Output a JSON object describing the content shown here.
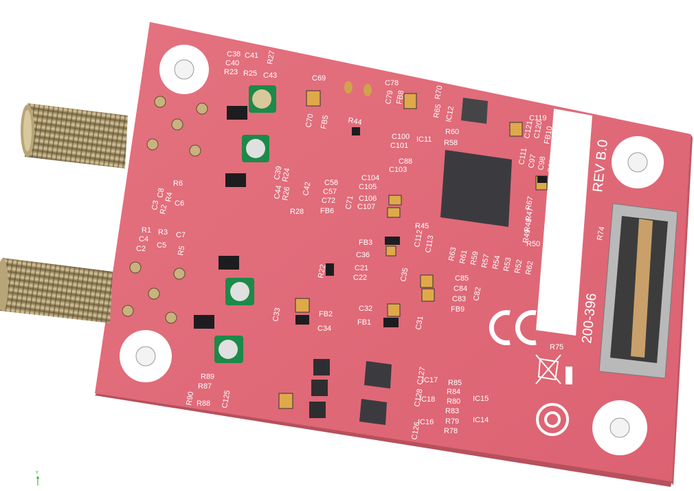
{
  "board": {
    "part_number": "200-396",
    "revision": "REV B.0"
  },
  "labels": {
    "c38": "C38",
    "c41": "C41",
    "c40": "C40",
    "r27": "R27",
    "r23": "R23",
    "r25": "R25",
    "c43": "C43",
    "c69": "C69",
    "c70": "C70",
    "fb5": "FB5",
    "c78": "C78",
    "c79": "C79",
    "fb8": "FB8",
    "r70": "R70",
    "r65": "R65",
    "ic12": "IC12",
    "r44": "R44",
    "c119": "C119",
    "c121": "C121",
    "c120": "C120",
    "fb10": "FB10",
    "r60": "R60",
    "c100": "C100",
    "ic11": "IC11",
    "r58": "R58",
    "c101": "C101",
    "c88": "C88",
    "c103": "C103",
    "c111": "C111",
    "c97": "C97",
    "c98": "C98",
    "c99": "C99",
    "c44": "C44",
    "c39": "C39",
    "r26": "R26",
    "r24": "R24",
    "c42": "C42",
    "c58": "C58",
    "c57": "C57",
    "c72": "C72",
    "c71": "C71",
    "fb6": "FB6",
    "r28": "R28",
    "c104": "C104",
    "c105": "C105",
    "c106": "C106",
    "c107": "C107",
    "r6": "R6",
    "c3": "C3",
    "c8": "C8",
    "r2": "R2",
    "r4": "R4",
    "c6": "C6",
    "r1": "R1",
    "r3": "R3",
    "c7": "C7",
    "c4": "C4",
    "c2": "C2",
    "c5": "C5",
    "r5": "R5",
    "r67": "R67",
    "r47": "R47",
    "r48": "R48",
    "r49": "R49",
    "r50": "R50",
    "r74": "R74",
    "r45": "R45",
    "c112": "C112",
    "c113": "C113",
    "r63": "R63",
    "r61": "R61",
    "r59": "R59",
    "r57": "R57",
    "r54": "R54",
    "r53": "R53",
    "r52": "R52",
    "r62": "R62",
    "fb3": "FB3",
    "c36": "C36",
    "c21": "C21",
    "c22": "C22",
    "c35": "C35",
    "r22": "R22",
    "c85": "C85",
    "c84": "C84",
    "c83": "C83",
    "c82": "C82",
    "fb9": "FB9",
    "c33": "C33",
    "fb2": "FB2",
    "c34": "C34",
    "c32": "C32",
    "fb1": "FB1",
    "c31": "C31",
    "r75": "R75",
    "r89": "R89",
    "r87": "R87",
    "r90": "R90",
    "r88": "R88",
    "c125": "C125",
    "ic17": "IC17",
    "r85": "R85",
    "c128": "C128",
    "c127": "C127",
    "r84": "R84",
    "ic18": "IC18",
    "r80": "R80",
    "ic15": "IC15",
    "r83": "R83",
    "c126": "C126",
    "ic16": "IC16",
    "r79": "R79",
    "ic14": "IC14",
    "r78": "R78"
  },
  "axis": {
    "label": "Y"
  },
  "colors": {
    "board": "#e26b7a",
    "board_edge": "#b8505d",
    "hole": "#ffffff",
    "chip": "#3a3a3e",
    "connector": "#c9a06a"
  }
}
